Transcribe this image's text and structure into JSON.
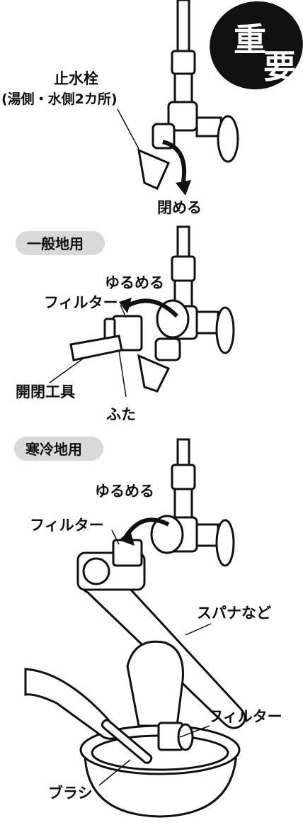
{
  "badge": {
    "line1": "重",
    "line2": "要"
  },
  "section1": {
    "valve_label_line1": "止水栓",
    "valve_label_line2": "(湯側・水側2カ所)",
    "close_label": "閉める"
  },
  "section2": {
    "tag": "一般地用",
    "loosen_label": "ゆるめる",
    "filter_label": "フィルター",
    "tool_label": "開閉工具",
    "cap_label": "ふた"
  },
  "section3": {
    "tag": "寒冷地用",
    "loosen_label": "ゆるめる",
    "filter_label": "フィルター",
    "spanner_label": "スパナなど"
  },
  "section4": {
    "filter_label": "フィルター",
    "brush_label": "ブラシ"
  }
}
